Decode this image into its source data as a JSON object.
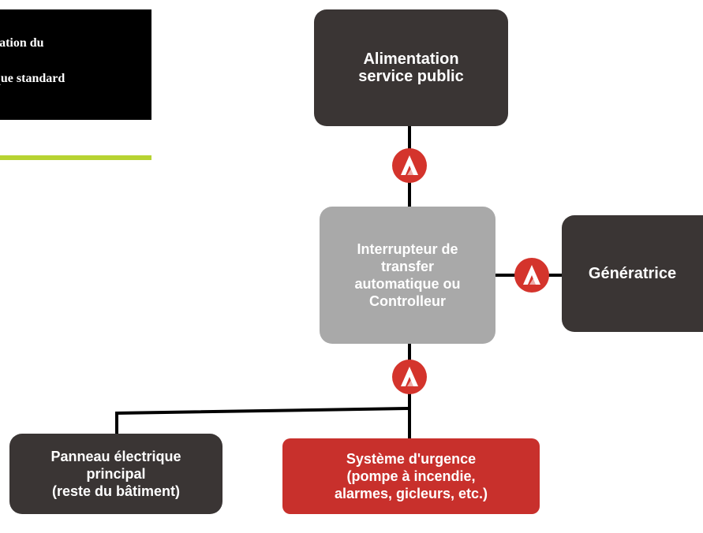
{
  "header": {
    "title_line1": "ration du",
    "title_line2": "que standard"
  },
  "nodes": {
    "utility": "Alimentation\nservice public",
    "transfer_switch": "Interrupteur de\ntransfer\nautomatique ou\nControlleur",
    "generator": "Génératrice",
    "main_panel": "Panneau électrique\nprincipal\n(reste du bâtiment)",
    "emergency": "Système d'urgence\n(pompe à incendie,\nalarmes, gicleurs, etc.)"
  },
  "colors": {
    "dark_box": "#3a3534",
    "switch_box": "#a9a9a9",
    "emergency_box": "#c8302c",
    "badge": "#d4342c",
    "accent": "#b7d332",
    "line": "#000000"
  },
  "icons": {
    "badge": "brand-a-logo-icon"
  }
}
